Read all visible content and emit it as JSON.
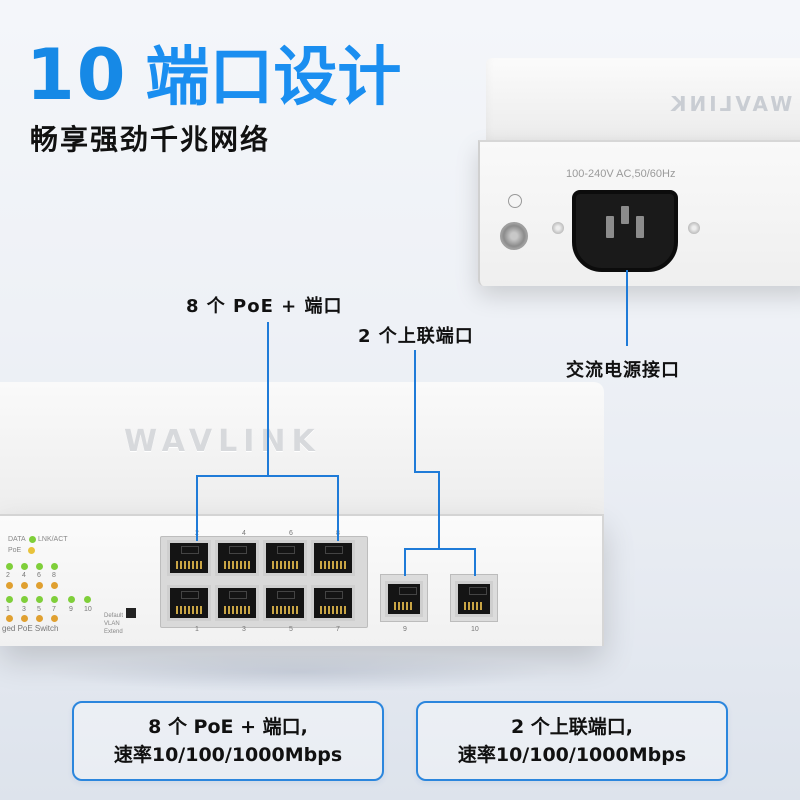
{
  "headline": {
    "number": "10",
    "title": "端口设计"
  },
  "subheadline": "畅享强劲千兆网络",
  "rear_panel": {
    "power_spec": "100-240V AC,50/60Hz",
    "brand_mirrored": "WAVLINK"
  },
  "device": {
    "brand": "WAVLINK",
    "led_labels": {
      "data": "DATA",
      "lnk": "LNK/ACT",
      "poe": "PoE"
    },
    "led_row_top_numbers": [
      "2",
      "4",
      "6",
      "8"
    ],
    "led_row_bottom_numbers": [
      "1",
      "3",
      "5",
      "7",
      "9",
      "10"
    ],
    "model_tag": "ged PoE Switch",
    "mode_switch_labels": [
      "Default",
      "VLAN",
      "Extend"
    ],
    "port_numbers_top": [
      "2",
      "4",
      "6",
      "8"
    ],
    "port_numbers_bottom": [
      "1",
      "3",
      "5",
      "7"
    ],
    "uplink_numbers": [
      "9",
      "10"
    ]
  },
  "callouts": {
    "poe_ports": "8 个 PoE + 端口",
    "uplink_ports": "2 个上联端口",
    "power_interface": "交流电源接口"
  },
  "info_boxes": [
    {
      "line1": "8 个 PoE + 端口,",
      "line2": "速率10/100/1000Mbps"
    },
    {
      "line1": "2 个上联端口,",
      "line2": "速率10/100/1000Mbps"
    }
  ],
  "colors": {
    "accent": "#1a8ef0",
    "line": "#1f7bd8",
    "box_border": "#2b86dd"
  }
}
